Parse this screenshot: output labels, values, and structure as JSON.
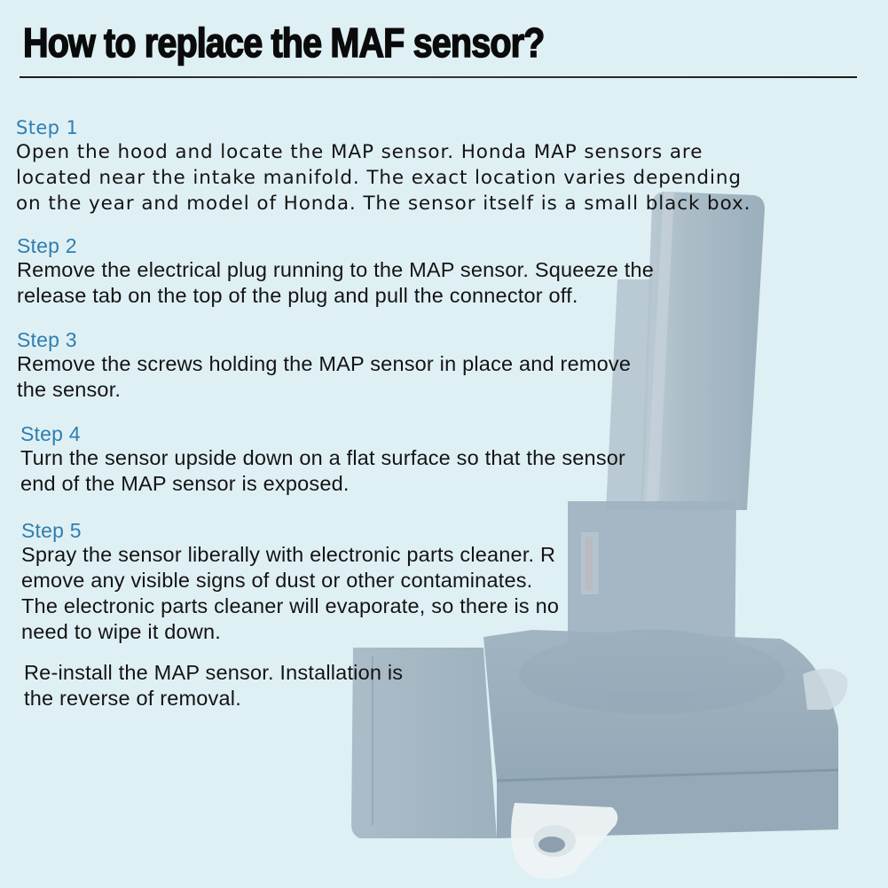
{
  "title": "How to replace the MAF sensor?",
  "colors": {
    "background": "#dff0f5",
    "heading_blue": "#2e7fb0",
    "body_text": "#141414",
    "title_text": "#0b0b0b",
    "sensor_tint": "#9fb2c0"
  },
  "steps": [
    {
      "heading": "Step 1",
      "body": "Open the hood and locate the MAP sensor. Honda MAP sensors are\nlocated near the intake manifold. The exact location varies depending\non the year and model of Honda. The sensor itself is a small black box."
    },
    {
      "heading": "Step 2",
      "body": "Remove the electrical plug running to the MAP sensor. Squeeze the\nrelease tab on the top of the plug and pull the connector off."
    },
    {
      "heading": "Step 3",
      "body": "Remove the screws holding the MAP sensor in place and remove\nthe sensor."
    },
    {
      "heading": "Step 4",
      "body": "Turn the sensor upside down on a flat surface so that the sensor\nend of the MAP sensor is exposed."
    },
    {
      "heading": "Step 5",
      "body": "Spray the sensor liberally with electronic parts cleaner. R\nemove any visible signs of dust or other contaminates.\nThe electronic parts cleaner will evaporate, so there is no\nneed to wipe it down."
    }
  ],
  "final_note": "Re-install the MAP sensor. Installation is\nthe reverse of removal.",
  "illustration": {
    "subject": "MAF sensor photo (faded, background)"
  }
}
